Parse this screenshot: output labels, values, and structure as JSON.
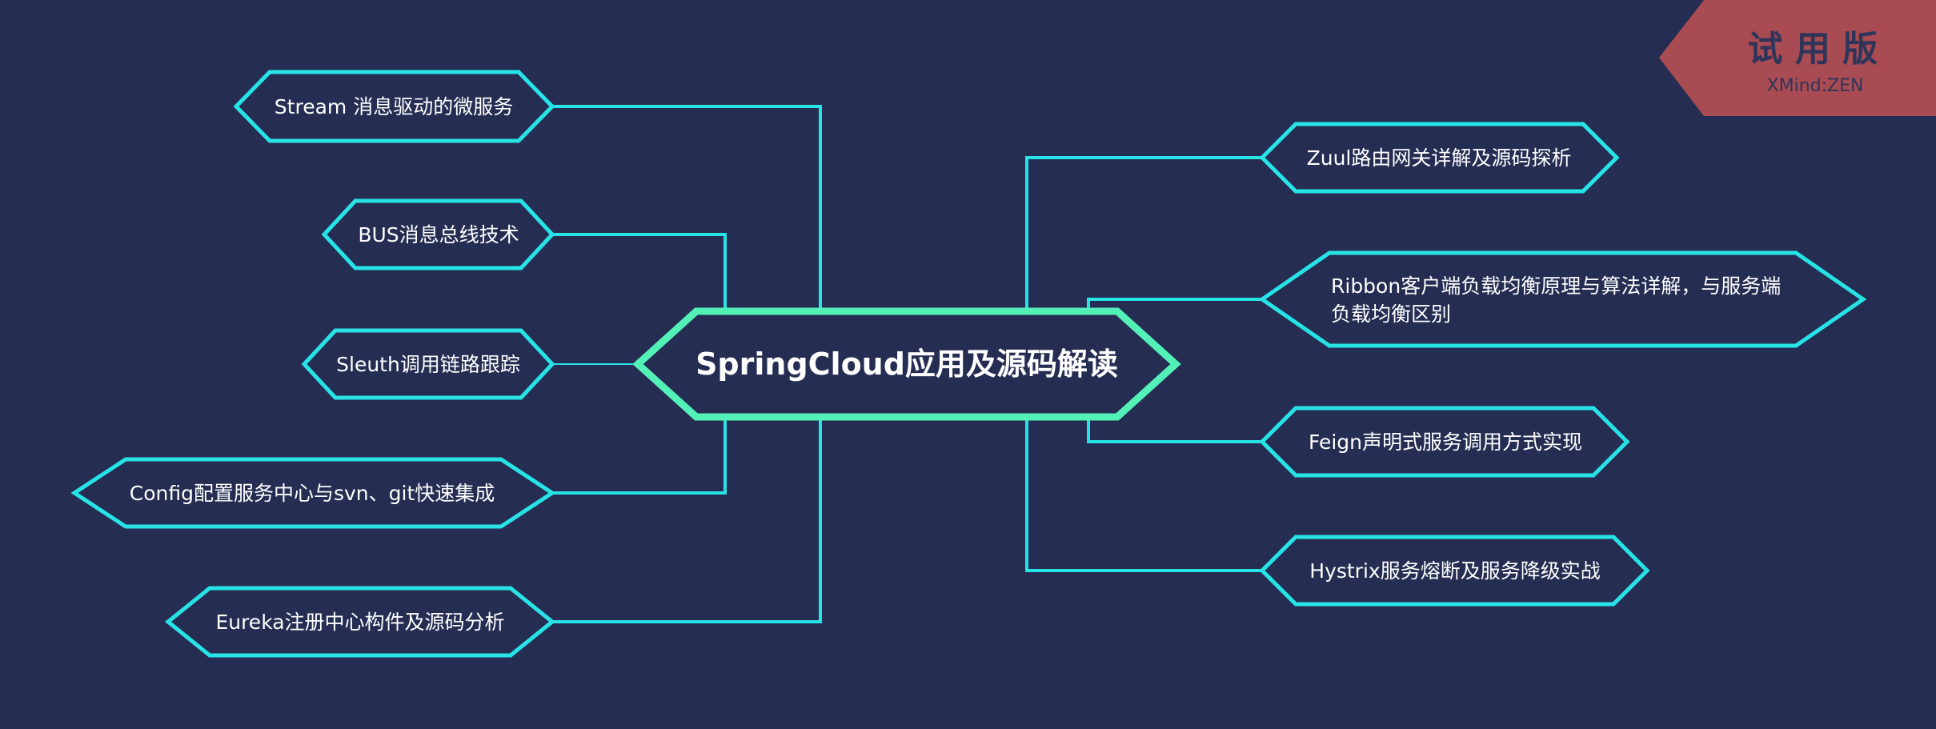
{
  "root": {
    "label": "SpringCloud应用及源码解读"
  },
  "left_topics": [
    {
      "id": "stream",
      "lines": [
        "Stream 消息驱动的微服务"
      ]
    },
    {
      "id": "bus",
      "lines": [
        "BUS消息总线技术"
      ]
    },
    {
      "id": "sleuth",
      "lines": [
        "Sleuth调用链路跟踪"
      ]
    },
    {
      "id": "config",
      "lines": [
        "Config配置服务中心与svn、git快速集成"
      ]
    },
    {
      "id": "eureka",
      "lines": [
        "Eureka注册中心构件及源码分析"
      ]
    }
  ],
  "right_topics": [
    {
      "id": "zuul",
      "lines": [
        "Zuul路由网关详解及源码探析"
      ]
    },
    {
      "id": "ribbon",
      "lines": [
        "Ribbon客户端负载均衡原理与算法详解，与服务端",
        "负载均衡区别"
      ]
    },
    {
      "id": "feign",
      "lines": [
        "Feign声明式服务调用方式实现"
      ]
    },
    {
      "id": "hystrix",
      "lines": [
        "Hystrix服务熔断及服务降级实战"
      ]
    }
  ],
  "watermark": {
    "title": "试 用 版",
    "subtitle": "XMind:ZEN"
  },
  "colors": {
    "background": "#252d52",
    "branch": "#27e3e6",
    "root_border": "#53f0b8",
    "watermark": "#a94b53"
  }
}
